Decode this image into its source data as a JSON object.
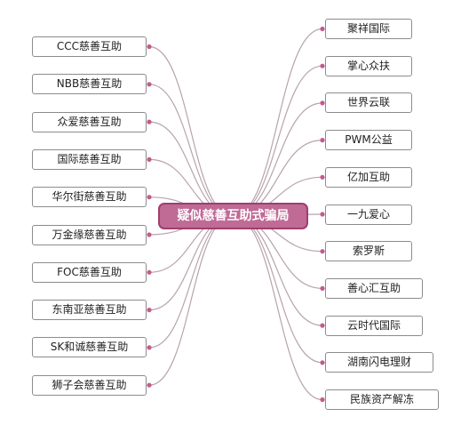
{
  "center": {
    "label": "疑似慈善互助式骗局"
  },
  "left_nodes": [
    "CCC慈善互助",
    "NBB慈善互助",
    "众爱慈善互助",
    "国际慈善互助",
    "华尔街慈善互助",
    "万金缘慈善互助",
    "FOC慈善互助",
    "东南亚慈善互助",
    "SK和诚慈善互助",
    "狮子会慈善互助"
  ],
  "right_nodes": [
    "聚祥国际",
    "掌心众扶",
    "世界云联",
    "PWM公益",
    "亿加互助",
    "一九爱心",
    "索罗斯",
    "善心汇互助",
    "云时代国际",
    "湖南闪电理财",
    "民族资产解冻"
  ],
  "colors": {
    "center_fill": "#c06a96",
    "center_border": "#9e3f6e",
    "connector": "#b8a3ad",
    "dot": "#c45a8c",
    "node_border": "#8c8c8c"
  }
}
